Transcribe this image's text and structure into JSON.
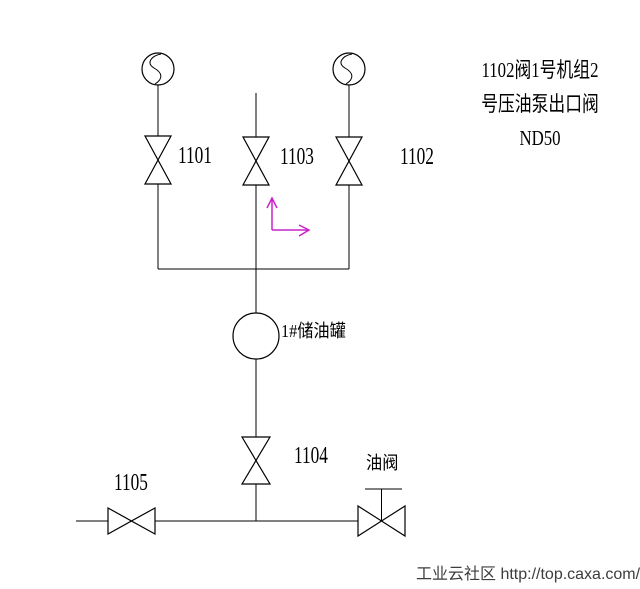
{
  "colors": {
    "line": "#000000",
    "orientation_marker": "#cc22cc",
    "watermark_text": "#3d3d3d"
  },
  "labels": {
    "valve_1101": "1101",
    "valve_1102": "1102",
    "valve_1103": "1103",
    "valve_1104": "1104",
    "valve_1105": "1105",
    "oil_valve": "油阀",
    "tank": "1#储油罐"
  },
  "note": {
    "line1": "1102阀1号机组2",
    "line2": "号压油泵出口阀",
    "line3": "ND50"
  },
  "watermark": "工业云社区 http://top.caxa.com/"
}
